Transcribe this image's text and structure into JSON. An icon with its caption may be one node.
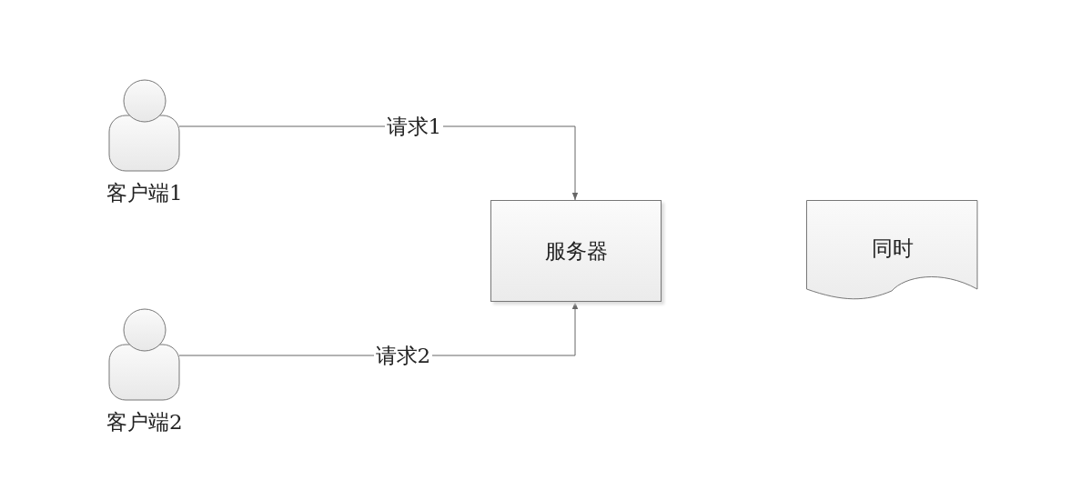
{
  "diagram": {
    "nodes": [
      {
        "text": [
          "客户端1"
        ]
      },
      {
        "text": [
          "客户端2"
        ]
      },
      {
        "text": [
          "服务器"
        ]
      },
      {
        "text": [
          "同时"
        ]
      }
    ],
    "edges": [
      {
        "from": 0,
        "to": 2,
        "arrow": "to",
        "label": "请求1"
      },
      {
        "from": 1,
        "to": 2,
        "arrow": "to",
        "label": "请求2"
      }
    ]
  }
}
